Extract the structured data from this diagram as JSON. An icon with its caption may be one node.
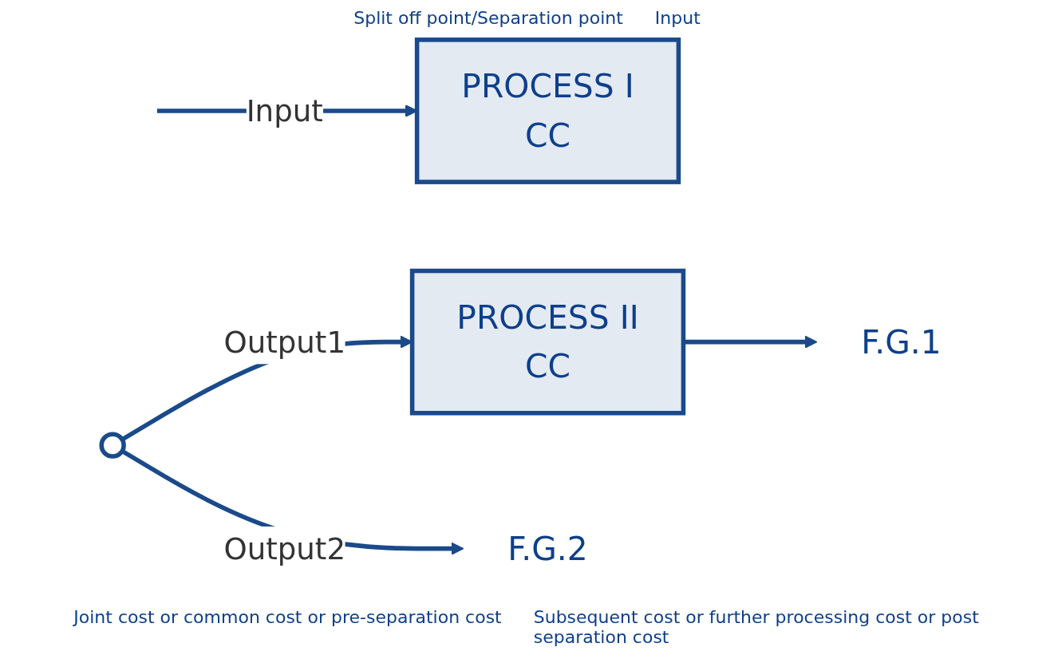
{
  "diagram": {
    "nodes": [
      {
        "text": [
          "PROCESS I",
          "CC"
        ]
      },
      {
        "text": [
          "PROCESS II",
          "CC"
        ]
      },
      {
        "text": [
          "F.G.1"
        ]
      },
      {
        "text": [
          "F.G.2"
        ]
      },
      {
        "text": [],
        "shape": "circle"
      }
    ],
    "edges": [
      {
        "from": null,
        "to": 0,
        "arrow": "to",
        "label": "Input"
      },
      {
        "from": 4,
        "to": 1,
        "arrow": "to",
        "label": "Output1"
      },
      {
        "from": 1,
        "to": 2,
        "arrow": "to"
      },
      {
        "from": 4,
        "to": 3,
        "arrow": "to",
        "label": "Output2"
      }
    ],
    "labels": [
      "Split off point/Separation point",
      "Input",
      "Joint cost or common cost or pre-separation cost",
      "Subsequent cost or further processing cost or post separation cost"
    ]
  }
}
